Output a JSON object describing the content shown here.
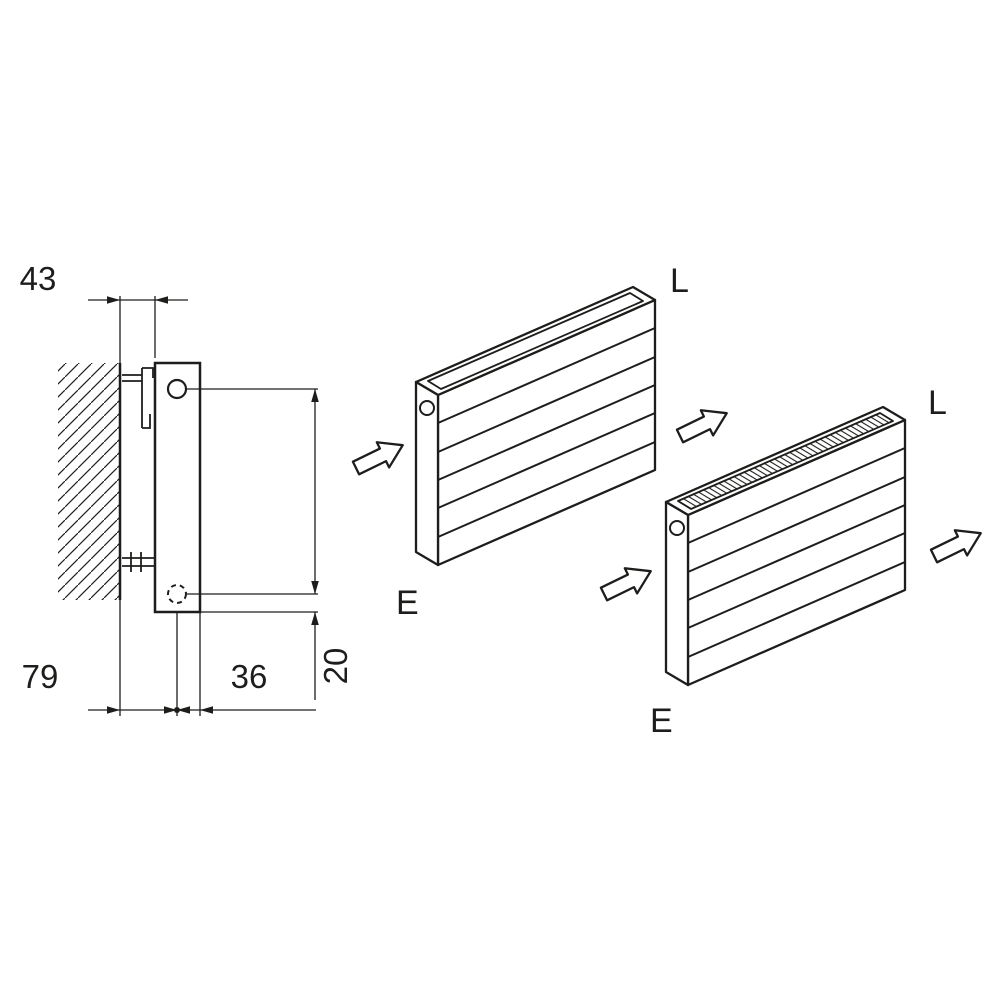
{
  "side_view": {
    "dim_top": "43",
    "dim_bottom_left": "79",
    "dim_bottom_right": "36",
    "dim_right": "20"
  },
  "iso_top": {
    "label_l": "L",
    "label_e": "E"
  },
  "iso_bottom": {
    "label_l": "L",
    "label_e": "E"
  },
  "icons": {
    "flow_arrow": "flow-direction-arrow",
    "hatch": "wall-section-hatch"
  },
  "colors": {
    "line": "#1d1d1b",
    "background": "#ffffff"
  }
}
